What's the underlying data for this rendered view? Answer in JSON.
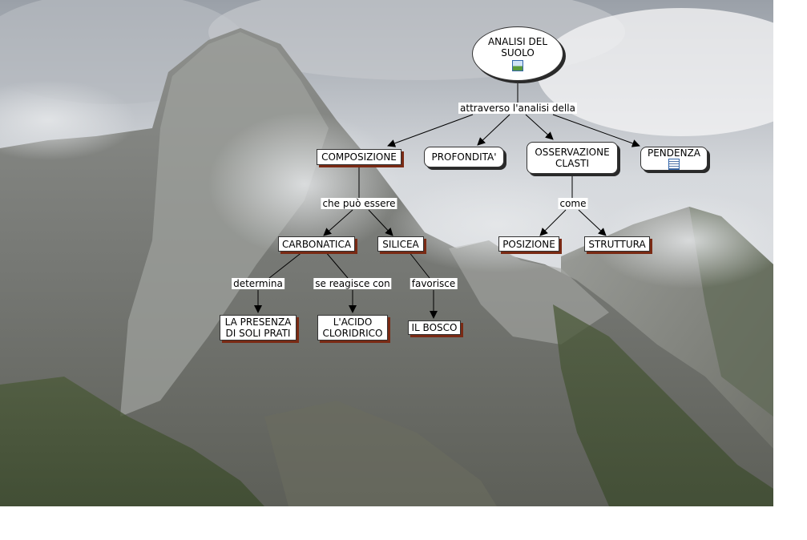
{
  "nodes": {
    "root": "ANALISI DEL SUOLO",
    "composizione": "COMPOSIZIONE",
    "profondita": "PROFONDITA'",
    "osservazione": "OSSERVAZIONE CLASTI",
    "pendenza": "PENDENZA",
    "carbonatica": "CARBONATICA",
    "silicea": "SILICEA",
    "posizione": "POSIZIONE",
    "struttura": "STRUTTURA",
    "presenza": "LA PRESENZA DI SOLI PRATI",
    "acido": "L'ACIDO CLORIDRICO",
    "bosco": "IL BOSCO"
  },
  "links": {
    "attraverso": "attraverso l'analisi della",
    "che_puo": "che può essere",
    "come": "come",
    "determina": "determina",
    "reagisce": "se reagisce con",
    "favorisce": "favorisce"
  },
  "icons": {
    "root_attachment": "image-icon",
    "pendenza_attachment": "document-icon"
  },
  "colors": {
    "node_shadow": "#7a2a14",
    "line": "#000000"
  }
}
